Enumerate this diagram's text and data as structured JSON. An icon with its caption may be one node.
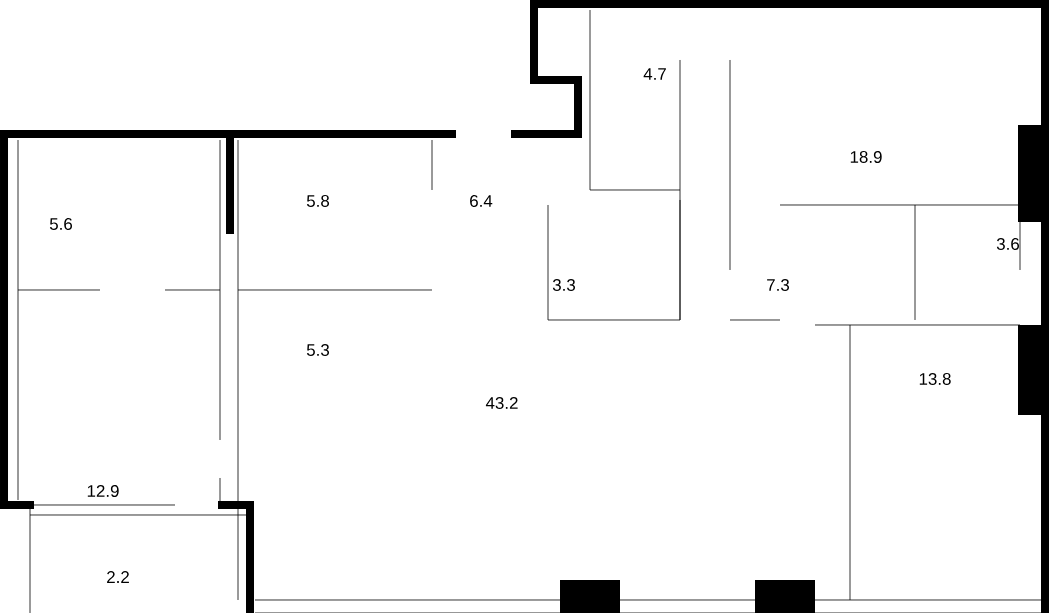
{
  "diagram": {
    "labels": [
      "4.7",
      "18.9",
      "5.8",
      "6.4",
      "5.6",
      "3.6",
      "3.3",
      "7.3",
      "5.3",
      "13.8",
      "43.2",
      "12.9",
      "2.2"
    ]
  }
}
